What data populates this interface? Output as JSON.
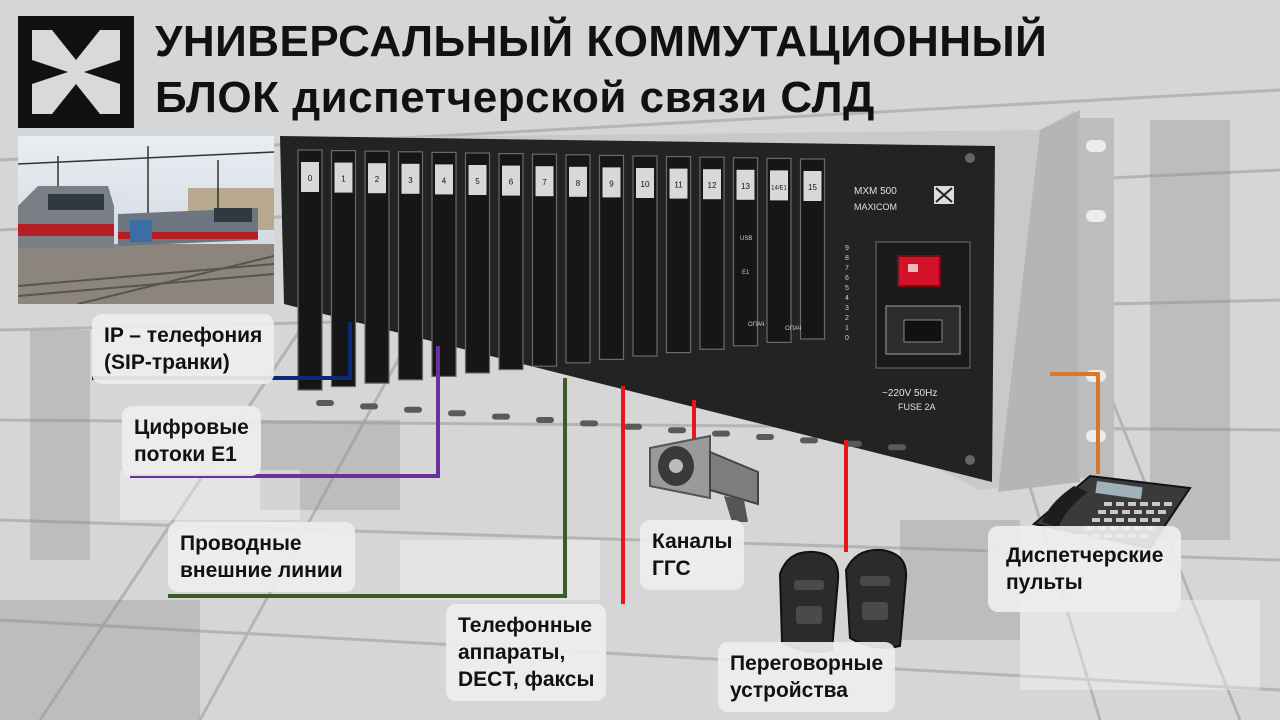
{
  "header": {
    "title_line1": "УНИВЕРСАЛЬНЫЙ КОММУТАЦИОННЫЙ",
    "title_line2": "БЛОК диспетчерской связи СЛД"
  },
  "device": {
    "model": "MXM 500",
    "brand": "MAXICOM",
    "power_rating": "~220V      50Hz",
    "fuse": "FUSE 2A",
    "slot_numbers": [
      "0",
      "1",
      "2",
      "3",
      "4",
      "5",
      "6",
      "7",
      "8",
      "9",
      "10",
      "11",
      "12",
      "13",
      "14/E1",
      "15"
    ],
    "slot_side_labels": [
      "USB",
      "E1",
      "ОПАЧ",
      "ОПАЧ"
    ],
    "row_numbers": [
      "9",
      "8",
      "7",
      "6",
      "5",
      "4",
      "3",
      "2",
      "1",
      "0"
    ]
  },
  "labels": {
    "ip": [
      "IP – телефония",
      "(SIP-транки)"
    ],
    "e1": [
      "Цифровые",
      "потоки Е1"
    ],
    "lines": [
      "Проводные",
      "внешние линии"
    ],
    "phones": [
      "Телефонные",
      "аппараты,",
      "DECT, факсы"
    ],
    "ggs": [
      "Каналы",
      "ГГС"
    ],
    "talk": [
      "Переговорные",
      "устройства"
    ],
    "disp": [
      "Диспетчерские",
      "пульты"
    ]
  },
  "colors": {
    "ip_wire": "#0b2a78",
    "e1_wire": "#6a2fa0",
    "lines_wire": "#3b5e26",
    "phones_wire": "#e8161b",
    "ggs_wire": "#e8161b",
    "talk_wire": "#e8161b",
    "disp_wire": "#d9772a",
    "power_switch": "#d3122a"
  }
}
